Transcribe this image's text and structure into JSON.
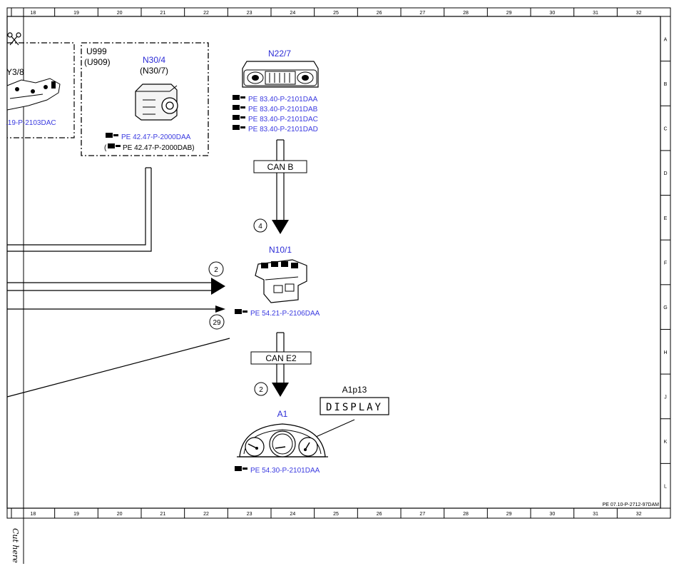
{
  "grid": {
    "columns": [
      "18",
      "19",
      "20",
      "21",
      "22",
      "23",
      "24",
      "25",
      "26",
      "27",
      "28",
      "29",
      "30",
      "31",
      "32"
    ],
    "rows": [
      "A",
      "B",
      "C",
      "D",
      "E",
      "F",
      "G",
      "H",
      "J",
      "K",
      "L"
    ]
  },
  "cut_label": "Cut here",
  "footer_ref": "PE 07.10-P-2712-97DAM",
  "components": {
    "y3_8": {
      "label": "Y3/8",
      "ref": ".19-P-2103DAC"
    },
    "u999": {
      "box_label_1": "U999",
      "box_label_2": "(U909)",
      "part": "N30/4",
      "part_alt": "(N30/7)",
      "ref1": "PE 42.47-P-2000DAA",
      "ref2": "(",
      "ref2b": "PE 42.47-P-2000DAB)"
    },
    "n22_7": {
      "label": "N22/7",
      "refs": [
        "PE 83.40-P-2101DAA",
        "PE 83.40-P-2101DAB",
        "PE 83.40-P-2101DAC",
        "PE 83.40-P-2101DAD"
      ]
    },
    "n10_1": {
      "label": "N10/1",
      "ref": "PE 54.21-P-2106DAA"
    },
    "a1": {
      "label": "A1",
      "ref": "PE 54.30-P-2101DAA"
    },
    "a1p13": {
      "label": "A1p13",
      "display": "DISPLAY"
    }
  },
  "buses": {
    "can_b": "CAN B",
    "can_e2": "CAN E2"
  },
  "markers": {
    "m4": "4",
    "m2a": "2",
    "m29": "29",
    "m2b": "2"
  },
  "colors": {
    "component_label": "#2b2bd6",
    "reference_link": "#3a3ae0",
    "line": "#000000"
  }
}
